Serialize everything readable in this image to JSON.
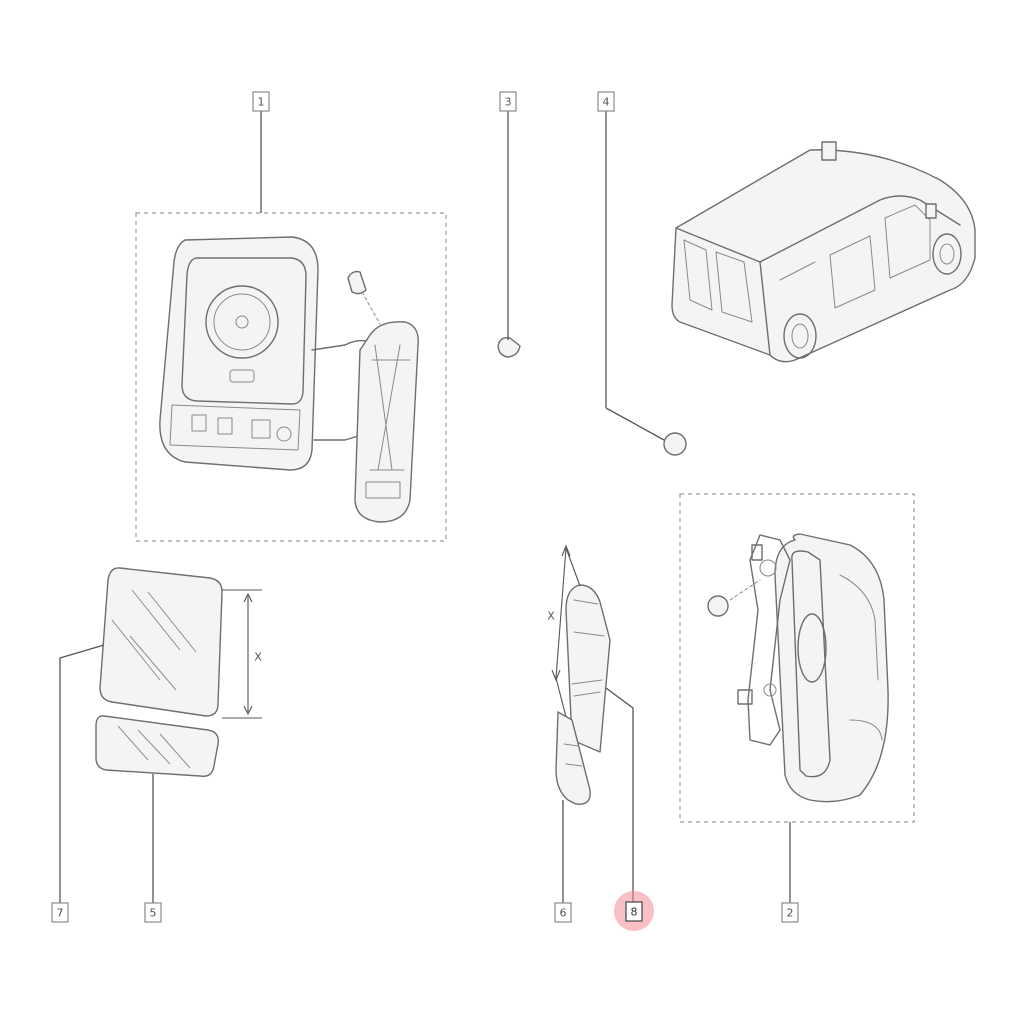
{
  "callouts": {
    "c1": "1",
    "c2": "2",
    "c3": "3",
    "c4": "4",
    "c5": "5",
    "c6": "6",
    "c7": "7",
    "c8": "8"
  },
  "dimensions": {
    "mirror_glass_height": "X",
    "side_glass_height": "X"
  },
  "highlighted_callout": "8",
  "colors": {
    "highlight": "#f28b93",
    "line": "#6e6e6e"
  }
}
